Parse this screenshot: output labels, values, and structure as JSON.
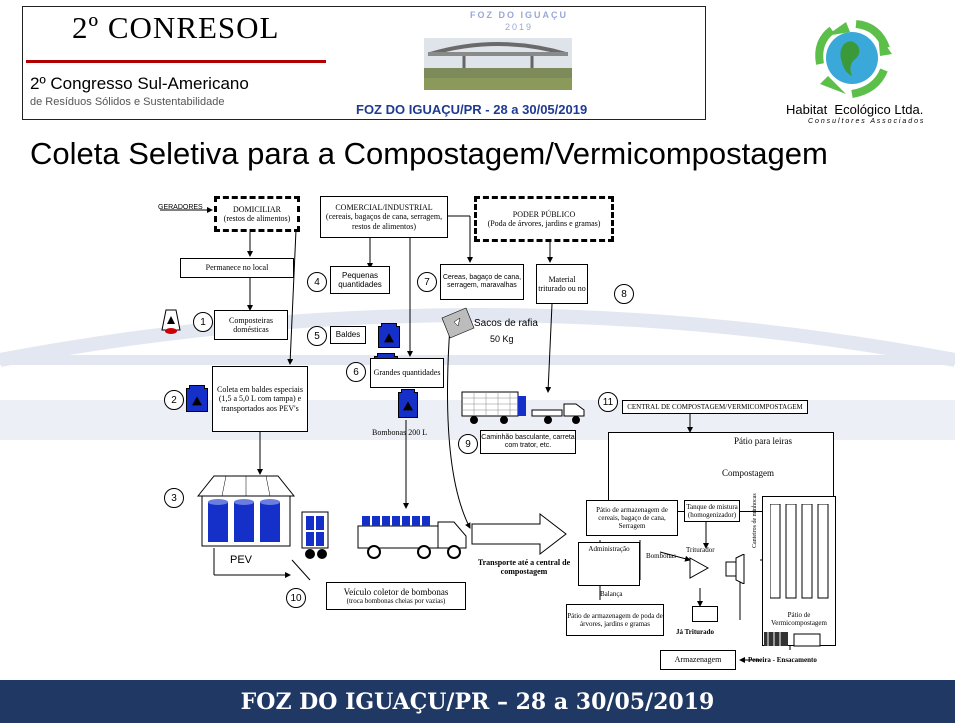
{
  "header": {
    "conresol_logo": "2º CONRESOL",
    "congress_line1": "2º Congresso Sul-Americano",
    "congress_line2": "de Resíduos Sólidos e Sustentabilidade",
    "foz_logo_top": "FOZ DO IGUAÇU",
    "foz_logo_year": "2019",
    "event_place_date": "FOZ DO IGUAÇU/PR - 28 a 30/05/2019",
    "partner_name": "Habitat  Ecológico Ltda.",
    "partner_tagline": "C o n s u l t o r e s   A s s o c i a d o s"
  },
  "slide_title": "Coleta Seletiva para a Compostagem/Vermicompostagem",
  "diagram": {
    "geradores": "GERADORES",
    "domiciliar_title": "DOMICILIAR",
    "domiciliar_sub": "(restos de alimentos)",
    "comercial_title": "COMERCIAL/INDUSTRIAL",
    "comercial_sub": "(cereais, bagaços de cana, serragem, restos de alimentos)",
    "poder_title": "PODER PÚBLICO",
    "poder_sub": "(Poda de árvores, jardins e gramas)",
    "permanece": "Permanece no local",
    "pequenas": "Pequenas quantidades",
    "cereais": "Cereas, bagaço de cana, serragem, maravalhas",
    "material": "Material triturado ou no",
    "composteiras": "Composteiras domésticas",
    "baldes": "Baldes",
    "sacos": "Sacos de rafia",
    "sacos_kg": "50 Kg",
    "grandes": "Grandes quantidades",
    "coleta_baldes": "Coleta em baldes especiais (1,5 a 5,0 L com tampa) e transportados aos PEV's",
    "bombonas": "Bombonas 200 L",
    "caminhao": "Caminhão basculante, carreta com trator, etc.",
    "central": "CENTRAL DE COMPOSTAGEM/VERMICOMPOSTAGEM",
    "patio_leiras": "Pátio para leiras",
    "compostagem": "Compostagem",
    "pev": "PEV",
    "veiculo_title": "Veículo coletor de bombonas",
    "veiculo_sub": "(troca bombonas cheias por vazias)",
    "transporte": "Transporte até a central de compostagem",
    "patio_armaz1": "Pátio de armazenagem de cereais, bagaço de cana, Serragem",
    "tanque": "Tanque de mistura (homogenizador)",
    "administracao": "Administração",
    "bombonas_small": "Bombonas",
    "triturador": "Triturador",
    "balanca": "Balança",
    "canteiros": "Canteiros de minhocas",
    "patio_verm": "Pátio de Vermicompostagem",
    "patio_poda": "Pátio de armazenagem de poda de árvores, jardins e gramas",
    "ja_triturado": "Já Triturado",
    "peneira": "Peneira - Ensacamento",
    "armazenagem": "Armazenagem",
    "numbers": [
      "1",
      "2",
      "3",
      "4",
      "5",
      "6",
      "7",
      "8",
      "9",
      "10",
      "11"
    ]
  },
  "footer": "FOZ DO IGUAÇU/PR – 28 a 30/05/2019",
  "colors": {
    "footer_bg": "#1f3864",
    "bucket_blue": "#1530c8",
    "logo_red": "#c00000",
    "logo_blue": "#1f3a93",
    "logo_green": "#3fae3f"
  }
}
